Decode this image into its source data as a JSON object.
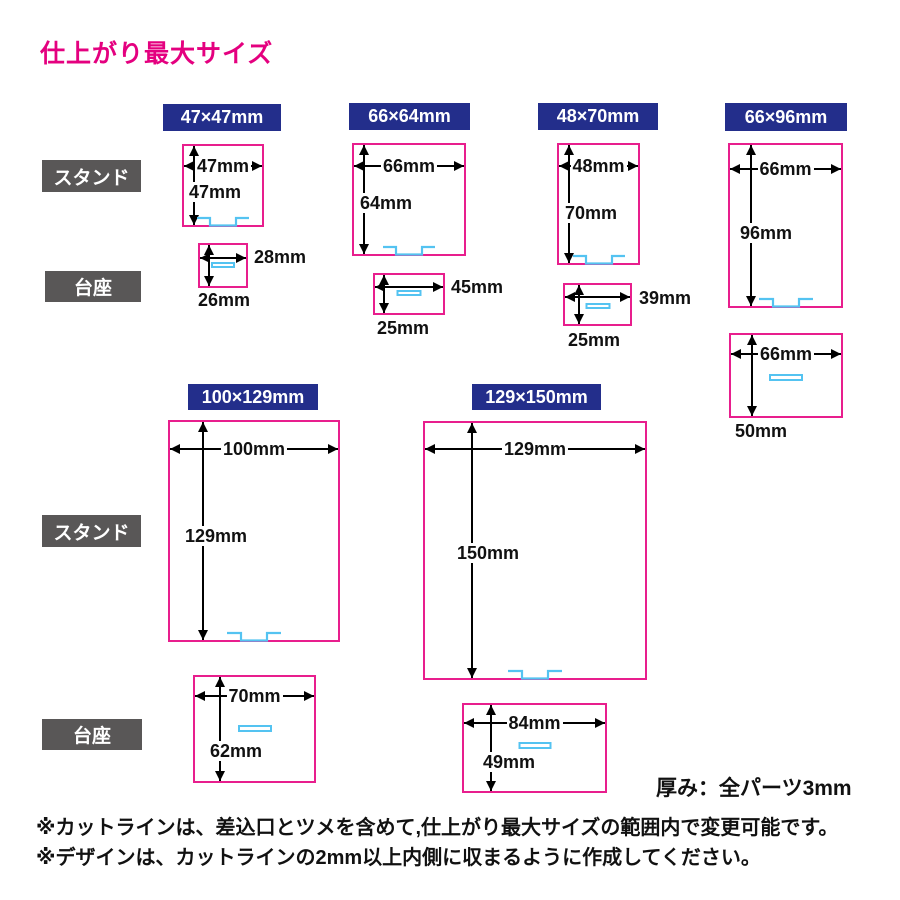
{
  "title": "仕上がり最大サイズ",
  "colors": {
    "accent_magenta": "#e4007f",
    "outline_pink": "#e81e8d",
    "header_navy": "#232e8b",
    "label_gray": "#595757",
    "slot_blue": "#54c3f1"
  },
  "row_labels": [
    "スタンド",
    "台座",
    "スタンド",
    "台座"
  ],
  "panels": [
    {
      "header": "47×47mm",
      "stand": {
        "width": "47mm",
        "height": "47mm"
      },
      "base": {
        "width": "28mm",
        "height": "26mm"
      }
    },
    {
      "header": "66×64mm",
      "stand": {
        "width": "66mm",
        "height": "64mm"
      },
      "base": {
        "width": "45mm",
        "height": "25mm"
      }
    },
    {
      "header": "48×70mm",
      "stand": {
        "width": "48mm",
        "height": "70mm"
      },
      "base": {
        "width": "39mm",
        "height": "25mm"
      }
    },
    {
      "header": "66×96mm",
      "stand": {
        "width": "66mm",
        "height": "96mm"
      },
      "base": {
        "width": "66mm",
        "height": "50mm"
      }
    },
    {
      "header": "100×129mm",
      "stand": {
        "width": "100mm",
        "height": "129mm"
      },
      "base": {
        "width": "70mm",
        "height": "62mm"
      }
    },
    {
      "header": "129×150mm",
      "stand": {
        "width": "129mm",
        "height": "150mm"
      },
      "base": {
        "width": "84mm",
        "height": "49mm"
      }
    }
  ],
  "thickness_note": "厚み：全パーツ3mm",
  "footnotes": [
    "※カットラインは、差込口とツメを含めて,仕上がり最大サイズの範囲内で変更可能です。",
    "※デザインは、カットラインの2mm以上内側に収まるように作成してください。"
  ]
}
